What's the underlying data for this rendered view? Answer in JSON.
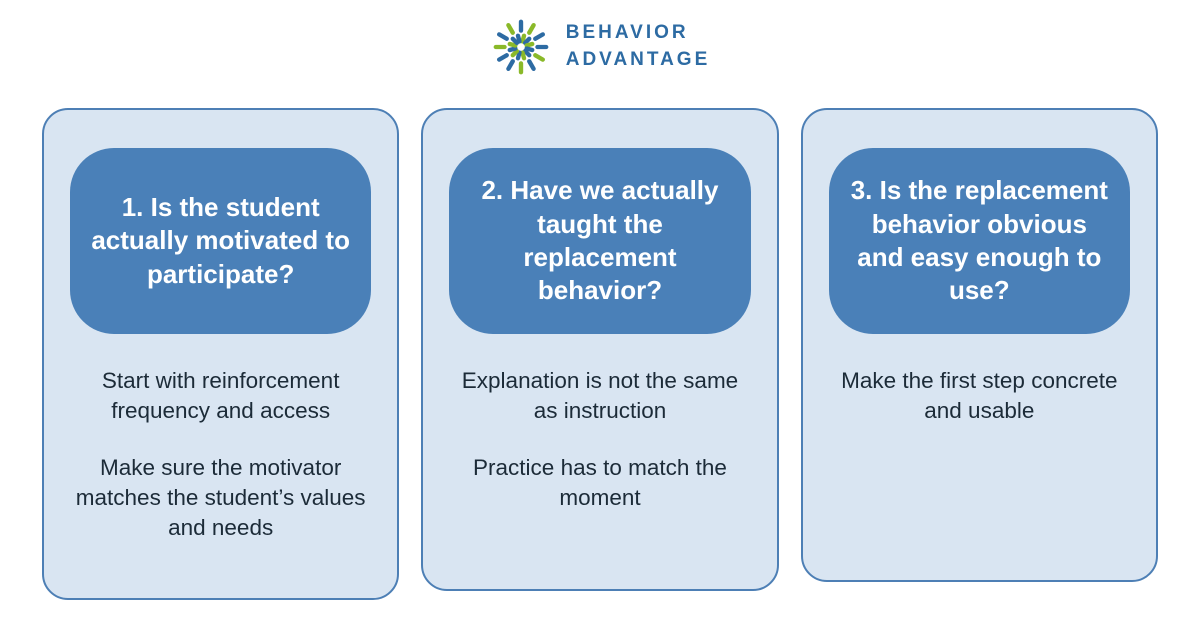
{
  "logo": {
    "line1": "BEHAVIOR",
    "line2": "ADVANTAGE"
  },
  "colors": {
    "logo_blue": "#2d6ba3",
    "logo_green": "#8ab929",
    "card_background": "#d9e5f2",
    "card_border": "#4d7fb5",
    "card_header_background": "#4a80b8",
    "card_header_text": "#ffffff",
    "body_text": "#1c2b38",
    "page_background": "#ffffff"
  },
  "cards": [
    {
      "title": "1. Is the student actually motivated to participate?",
      "paragraphs": [
        "Start with reinforcement frequency and access",
        "Make sure the motivator matches the student’s values and needs"
      ]
    },
    {
      "title": "2. Have we actually taught the replacement behavior?",
      "paragraphs": [
        "Explanation is not the same as instruction",
        "Practice has to match the moment"
      ]
    },
    {
      "title": "3. Is the replacement behavior obvious and easy enough to use?",
      "paragraphs": [
        "Make the first step concrete and usable"
      ]
    }
  ]
}
